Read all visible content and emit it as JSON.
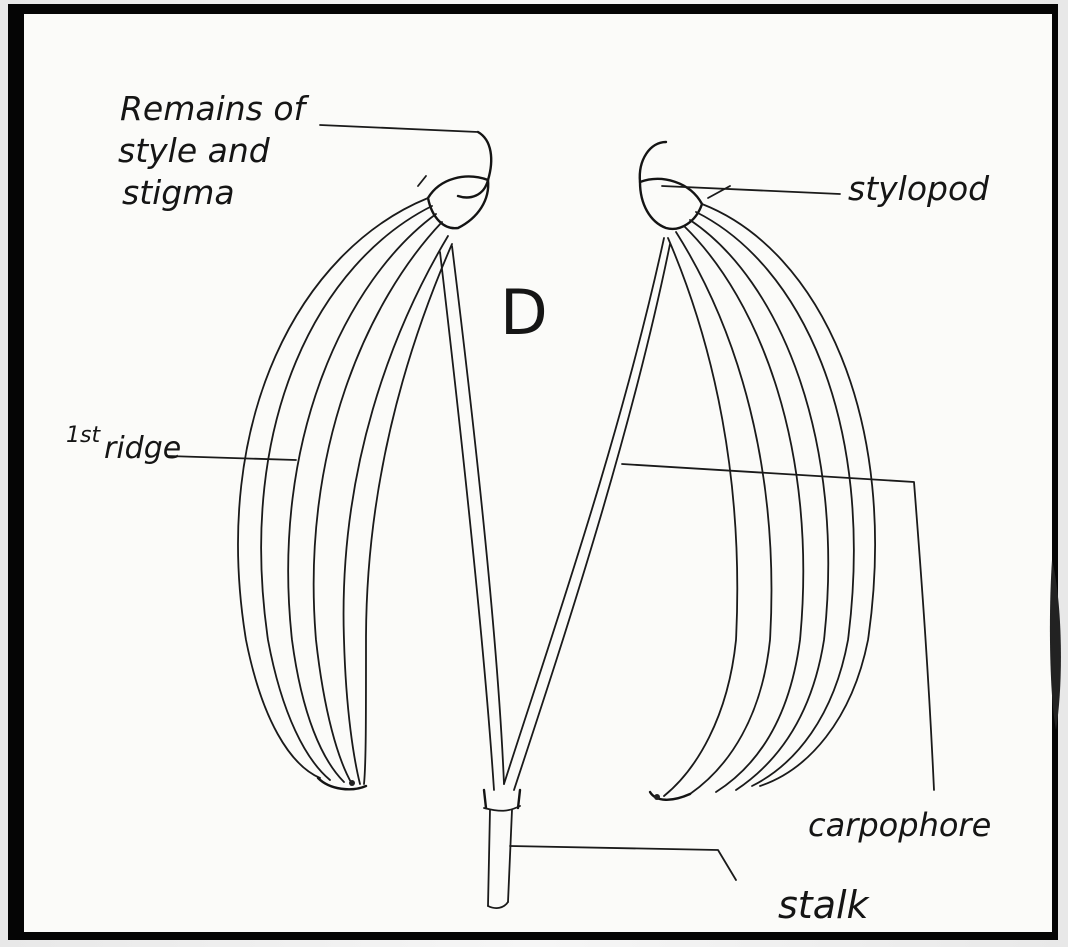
{
  "figure": {
    "panel_letter": "D",
    "labels": {
      "remains_line1": "Remains of",
      "remains_line2": "style and",
      "remains_line3": "stigma",
      "stylopod": "stylopod",
      "ridge_prefix": "1st",
      "ridge": "ridge",
      "carpophore": "carpophore",
      "stalk": "stalk"
    }
  }
}
